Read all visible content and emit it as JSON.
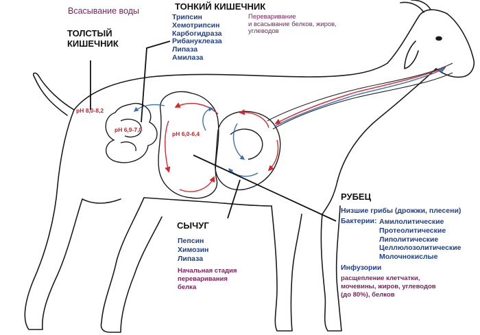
{
  "colors": {
    "label_purple": "#7a1f5c",
    "enzyme_blue": "#1f3f8a",
    "flow_red": "#d0282e",
    "flow_blue": "#3b6fb5",
    "outline": "#1a1a1a"
  },
  "water": {
    "title": "Всасывание воды"
  },
  "large_intestine": {
    "title_line1": "ТОЛСТЫЙ",
    "title_line2": "КИШЕЧНИК",
    "ph": "pH 8,0-8,2"
  },
  "small_intestine": {
    "title": "ТОНКИЙ КИШЕЧНИК",
    "enzymes": [
      "Трипсин",
      "Хемотрипсин",
      "Карбогидраза",
      "Рибануклеаза",
      "Липаза",
      "Амилаза"
    ],
    "function_line1": "Переваривание",
    "function_line2": "и всасывание белков, жиров,",
    "function_line3": "углеводов",
    "ph": "pH 6,9-7,0"
  },
  "rumen": {
    "title": "РУБЕЦ",
    "fungi": "Низшие грибы (дрожжи, плесени)",
    "bacteria_label": "Бактерии:",
    "bacteria": [
      "Амилолитические",
      "Протеолитические",
      "Липолитические",
      "Целлюлозолитические",
      "Молочнокислые"
    ],
    "infusoria": "Инфузории",
    "function_line1": "расщепление клетчатки,",
    "function_line2": "мочевины, жиров, углеводов",
    "function_line3": "(до 80%), белков"
  },
  "abomasum": {
    "title": "СЫЧУГ",
    "enzymes": [
      "Пепсин",
      "Химозин",
      "Липаза"
    ],
    "stage_line1": "Начальная стадия",
    "stage_line2": "переваривания",
    "stage_line3": "белка",
    "ph": "pH 6,0-6,4"
  }
}
